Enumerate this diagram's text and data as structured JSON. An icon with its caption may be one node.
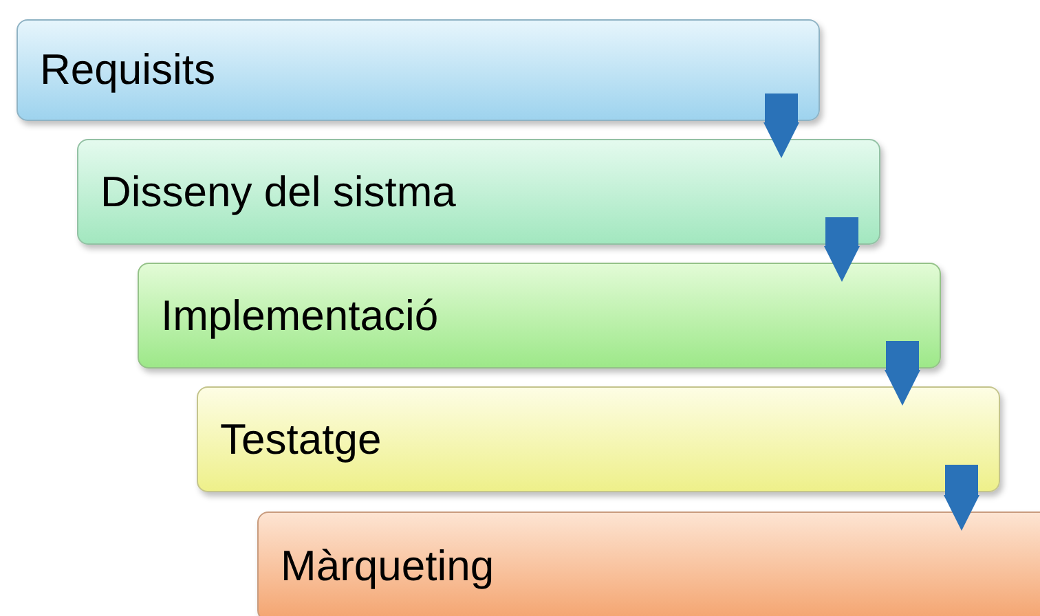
{
  "diagram": {
    "nodes": [
      {
        "text": [
          "Requisits"
        ]
      },
      {
        "text": [
          "Disseny del sistma"
        ]
      },
      {
        "text": [
          "Implementació"
        ]
      },
      {
        "text": [
          "Testatge"
        ]
      },
      {
        "text": [
          "Màrqueting"
        ]
      }
    ],
    "edges": [
      {
        "from": 0,
        "to": 1,
        "arrow": "to"
      },
      {
        "from": 1,
        "to": 2,
        "arrow": "to"
      },
      {
        "from": 2,
        "to": 3,
        "arrow": "to"
      },
      {
        "from": 3,
        "to": 4,
        "arrow": "to"
      }
    ]
  }
}
